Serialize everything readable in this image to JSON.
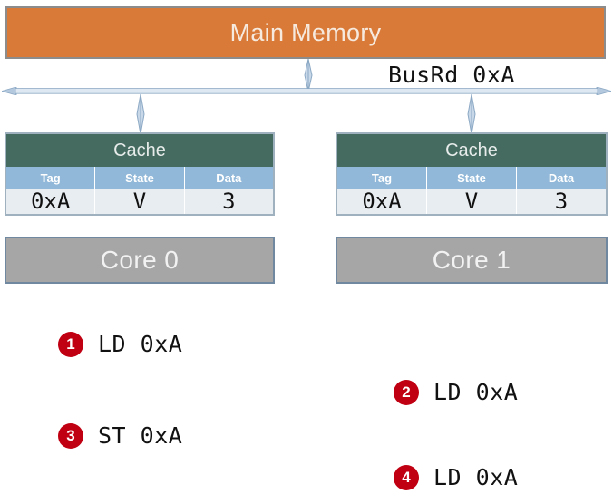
{
  "diagram": {
    "main_memory": {
      "label": "Main Memory",
      "color": "#d97a38"
    },
    "bus": {
      "label": "BusRd 0xA",
      "line_color": "#a8c0d8",
      "arrow_icon": "double-headed-horizontal-arrow-icon"
    },
    "connectors": {
      "memory_to_bus_icon": "double-headed-vertical-arrow-icon",
      "bus_to_cache0_icon": "double-headed-vertical-arrow-icon",
      "bus_to_cache1_icon": "double-headed-vertical-arrow-icon"
    },
    "caches": [
      {
        "title": "Cache",
        "header_color": "#456b61",
        "columns": [
          "Tag",
          "State",
          "Data"
        ],
        "row": [
          {
            "value": "0xA",
            "color": "#111111"
          },
          {
            "value": "V",
            "color": "#111111"
          },
          {
            "value": "3",
            "color": "#e8000d"
          }
        ]
      },
      {
        "title": "Cache",
        "header_color": "#456b61",
        "columns": [
          "Tag",
          "State",
          "Data"
        ],
        "row": [
          {
            "value": "0xA",
            "color": "#111111"
          },
          {
            "value": "V",
            "color": "#e8000d"
          },
          {
            "value": "3",
            "color": "#e8000d"
          }
        ]
      }
    ],
    "cores": [
      {
        "label": "Core 0",
        "color": "#a6a6a6"
      },
      {
        "label": "Core 1",
        "color": "#a6a6a6"
      }
    ]
  },
  "steps": [
    {
      "number": "1",
      "text": "LD 0xA",
      "badge_color": "#c00012"
    },
    {
      "number": "2",
      "text": "LD 0xA",
      "badge_color": "#c00012"
    },
    {
      "number": "3",
      "text": "ST 0xA",
      "badge_color": "#c00012"
    },
    {
      "number": "4",
      "text": "LD 0xA",
      "badge_color": "#c00012"
    }
  ]
}
